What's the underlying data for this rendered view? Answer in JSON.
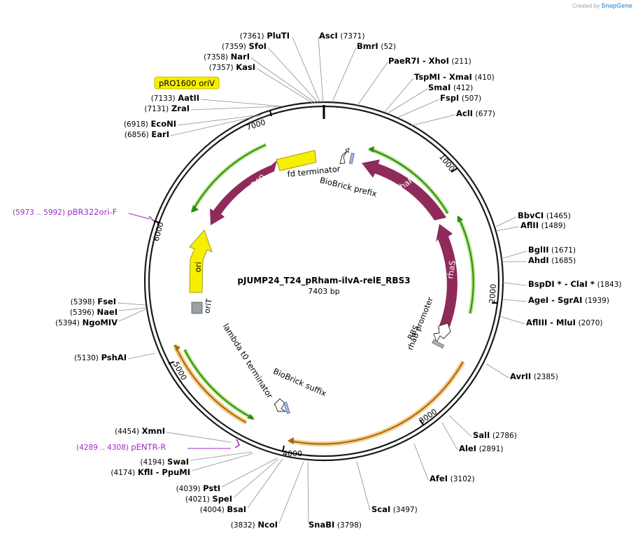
{
  "credit": {
    "prefix": "Created by",
    "brand": "SnapGene"
  },
  "plasmid": {
    "name": "pJUMP24_T24_pRham-ilvA-relE_RBS3",
    "size": "7403 bp"
  },
  "ticks": [
    "1000",
    "2000",
    "3000",
    "4000",
    "5000",
    "6000",
    "7000"
  ],
  "sites": [
    {
      "name": "PluTI",
      "pos": "(7361)"
    },
    {
      "name": "SfoI",
      "pos": "(7359)"
    },
    {
      "name": "NarI",
      "pos": "(7358)"
    },
    {
      "name": "KasI",
      "pos": "(7357)"
    },
    {
      "name": "AatII",
      "pos": "(7133)"
    },
    {
      "name": "ZraI",
      "pos": "(7131)"
    },
    {
      "name": "EcoNI",
      "pos": "(6918)"
    },
    {
      "name": "EarI",
      "pos": "(6856)"
    },
    {
      "name": "AscI",
      "pos": "(7371)"
    },
    {
      "name": "BmrI",
      "pos": "(52)"
    },
    {
      "name": "PaeR7I",
      "name2": "XhoI",
      "pos": "(211)"
    },
    {
      "name": "TspMI",
      "name2": "XmaI",
      "pos": "(410)"
    },
    {
      "name": "SmaI",
      "pos": "(412)"
    },
    {
      "name": "FspI",
      "pos": "(507)"
    },
    {
      "name": "AclI",
      "pos": "(677)"
    },
    {
      "name": "BbvCI",
      "pos": "(1465)"
    },
    {
      "name": "AflII",
      "pos": "(1489)"
    },
    {
      "name": "BglII",
      "pos": "(1671)"
    },
    {
      "name": "AhdI",
      "pos": "(1685)"
    },
    {
      "name": "BspDI *",
      "name2": "ClaI *",
      "pos": "(1843)"
    },
    {
      "name": "AgeI",
      "name2": "SgrAI",
      "pos": "(1939)"
    },
    {
      "name": "AflIII",
      "name2": "MluI",
      "pos": "(2070)"
    },
    {
      "name": "AvrII",
      "pos": "(2385)"
    },
    {
      "name": "SalI",
      "pos": "(2786)"
    },
    {
      "name": "AleI",
      "pos": "(2891)"
    },
    {
      "name": "AfeI",
      "pos": "(3102)"
    },
    {
      "name": "ScaI",
      "pos": "(3497)"
    },
    {
      "name": "SnaBI",
      "pos": "(3798)"
    },
    {
      "name": "NcoI",
      "pos": "(3832)"
    },
    {
      "name": "BsaI",
      "pos": "(4004)"
    },
    {
      "name": "SpeI",
      "pos": "(4021)"
    },
    {
      "name": "PstI",
      "pos": "(4039)"
    },
    {
      "name": "KflI",
      "name2": "PpuMI",
      "pos": "(4174)"
    },
    {
      "name": "SwaI",
      "pos": "(4194)"
    },
    {
      "name": "XmnI",
      "pos": "(4454)"
    },
    {
      "name": "PshAI",
      "pos": "(5130)"
    },
    {
      "name": "FseI",
      "pos": "(5398)"
    },
    {
      "name": "NaeI",
      "pos": "(5396)"
    },
    {
      "name": "NgoMIV",
      "pos": "(5394)"
    }
  ],
  "primers": [
    {
      "range": "(5973 .. 5992)",
      "name": "pBR322ori-F"
    },
    {
      "range": "(4289 .. 4308)",
      "name": "pENTR-R"
    }
  ],
  "origin_label": "pRO1600 oriV",
  "features": {
    "rep": "pRO1600 Rep",
    "rhaR": "rhaR",
    "rhaS": "rhaS",
    "ori": "ori",
    "orit": "oriT",
    "fd": "fd terminator",
    "bbprefix": "BioBrick prefix",
    "bbsuffix": "BioBrick suffix",
    "lambda": "lambda t0 terminator",
    "rhaB": "rhaB promoter",
    "rbs": "RBS"
  },
  "colors": {
    "feature_purple": "#8e2b5b",
    "origin_yellow": "#f7ee00",
    "marker_green": "#2f8a10",
    "marker_orange": "#c98a1a",
    "primer_purple": "#9b2fc6"
  }
}
